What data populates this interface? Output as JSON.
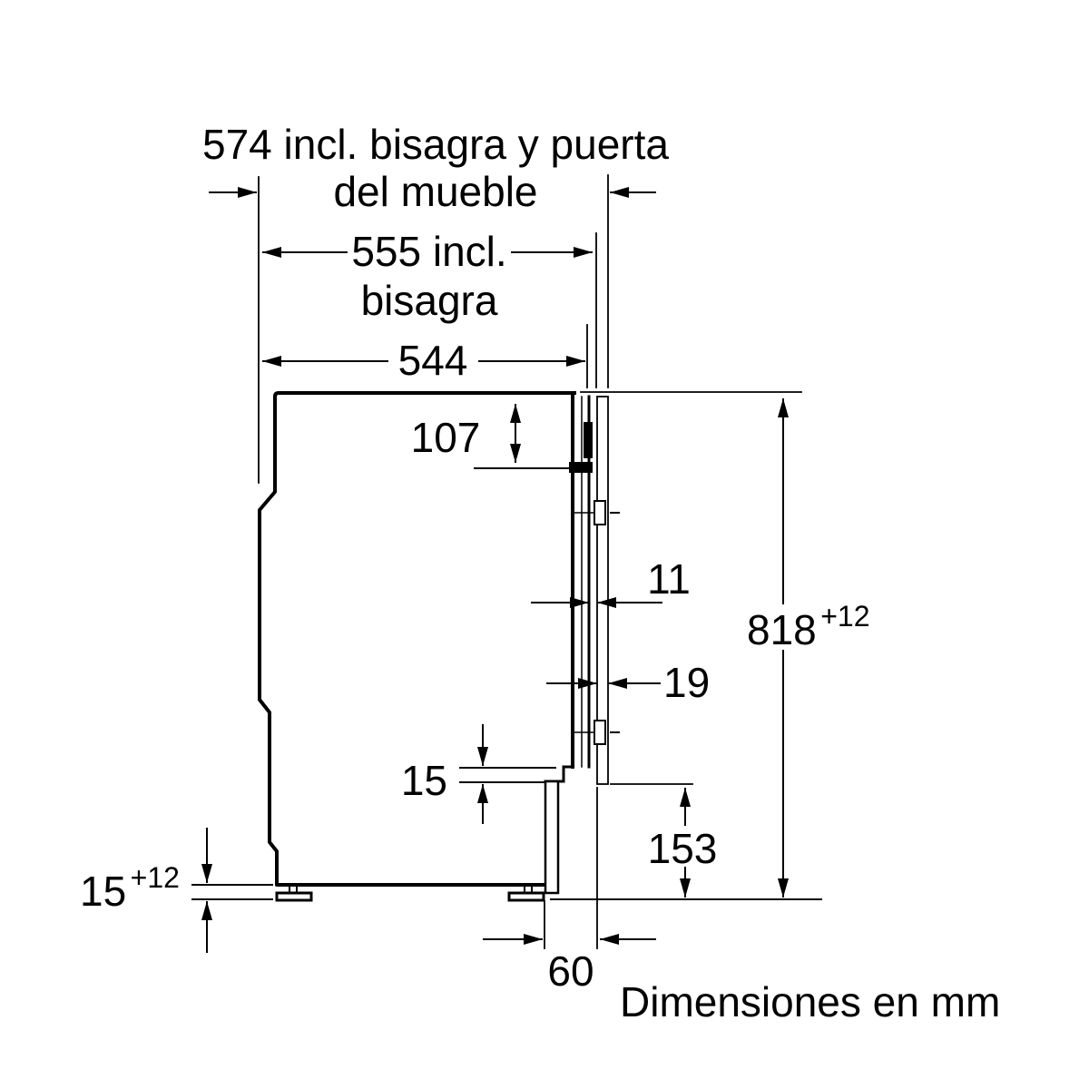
{
  "figure": {
    "footer": "Dimensiones en mm",
    "dimensions": {
      "d574_line1": "574 incl. bisagra y puerta",
      "d574_line2": "del mueble",
      "d555_line1": "555 incl.",
      "d555_line2": "bisagra",
      "d544": "544",
      "d107": "107",
      "d11": "11",
      "d19": "19",
      "d818_value": "818",
      "d818_tolerance": "+12",
      "d15_step": "15",
      "d153": "153",
      "d15_feet_value": "15",
      "d15_feet_tolerance": "+12",
      "d60": "60"
    },
    "colors": {
      "line": "#000000",
      "background": "#ffffff"
    }
  }
}
